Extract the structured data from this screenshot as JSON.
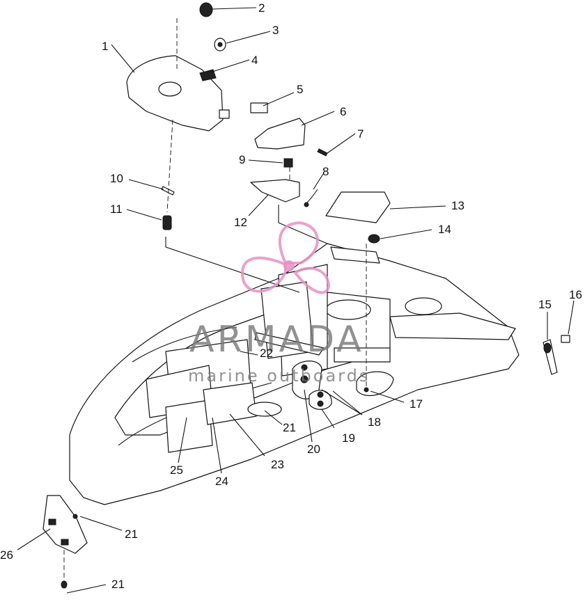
{
  "diagram": {
    "callouts": [
      {
        "id": "c1",
        "text": "1"
      },
      {
        "id": "c2",
        "text": "2"
      },
      {
        "id": "c3",
        "text": "3"
      },
      {
        "id": "c4",
        "text": "4"
      },
      {
        "id": "c5",
        "text": "5"
      },
      {
        "id": "c6",
        "text": "6"
      },
      {
        "id": "c7",
        "text": "7"
      },
      {
        "id": "c8",
        "text": "8"
      },
      {
        "id": "c9",
        "text": "9"
      },
      {
        "id": "c10",
        "text": "10"
      },
      {
        "id": "c11",
        "text": "11"
      },
      {
        "id": "c12",
        "text": "12"
      },
      {
        "id": "c13",
        "text": "13"
      },
      {
        "id": "c14",
        "text": "14"
      },
      {
        "id": "c15",
        "text": "15"
      },
      {
        "id": "c16",
        "text": "16"
      },
      {
        "id": "c17",
        "text": "17"
      },
      {
        "id": "c18",
        "text": "18"
      },
      {
        "id": "c19",
        "text": "19"
      },
      {
        "id": "c20",
        "text": "20"
      },
      {
        "id": "c21a",
        "text": "21"
      },
      {
        "id": "c21b",
        "text": "21"
      },
      {
        "id": "c21c",
        "text": "21"
      },
      {
        "id": "c22",
        "text": "22"
      },
      {
        "id": "c23",
        "text": "23"
      },
      {
        "id": "c24",
        "text": "24"
      },
      {
        "id": "c25",
        "text": "25"
      },
      {
        "id": "c26",
        "text": "26"
      }
    ]
  },
  "watermark": {
    "brand": "ARMADA",
    "tagline": "marine outboards",
    "color": "#e98fc4"
  }
}
